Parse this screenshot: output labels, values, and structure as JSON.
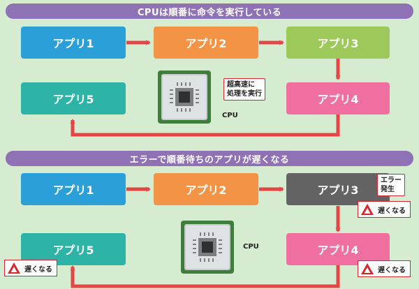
{
  "top": {
    "title": "CPUは順番に命令を実行している",
    "apps": [
      "アプリ1",
      "アプリ2",
      "アプリ3",
      "アプリ4",
      "アプリ5"
    ],
    "callout_line1": "超高速に",
    "callout_line2": "処理を実行",
    "cpu_label": "CPU"
  },
  "bottom": {
    "title": "エラーで順番待ちのアプリが遅くなる",
    "apps": [
      "アプリ1",
      "アプリ2",
      "アプリ3",
      "アプリ4",
      "アプリ5"
    ],
    "error_line1": "エラー",
    "error_line2": "発生",
    "cpu_label": "CPU",
    "slow_label": "遅くなる"
  },
  "colors": {
    "banner": "#8f71b5",
    "arrow": "#e64545",
    "warning": "#d8262e",
    "app1": "#2a9fd8",
    "app2": "#f29345",
    "app3": "#9cc95a",
    "app3_error": "#636363",
    "app4": "#ef6fa0",
    "app5": "#2db4a6"
  },
  "icons": [
    "cpu-chip-icon",
    "warning-triangle-icon"
  ]
}
